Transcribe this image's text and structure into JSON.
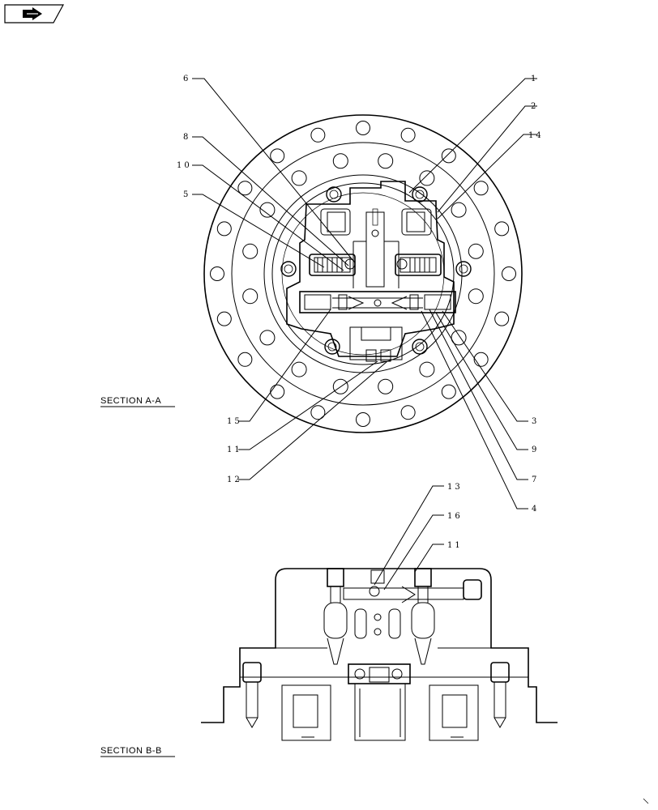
{
  "nav": {
    "icon": "back-arrow-icon"
  },
  "sections": {
    "a_title": "SECTION  A-A",
    "b_title": "SECTION  B-B"
  },
  "callouts_a": [
    "1",
    "2",
    "14",
    "6",
    "8",
    "10",
    "5",
    "15",
    "11",
    "12",
    "3",
    "9",
    "7",
    "4"
  ],
  "callouts_b": [
    "13",
    "16",
    "11"
  ]
}
